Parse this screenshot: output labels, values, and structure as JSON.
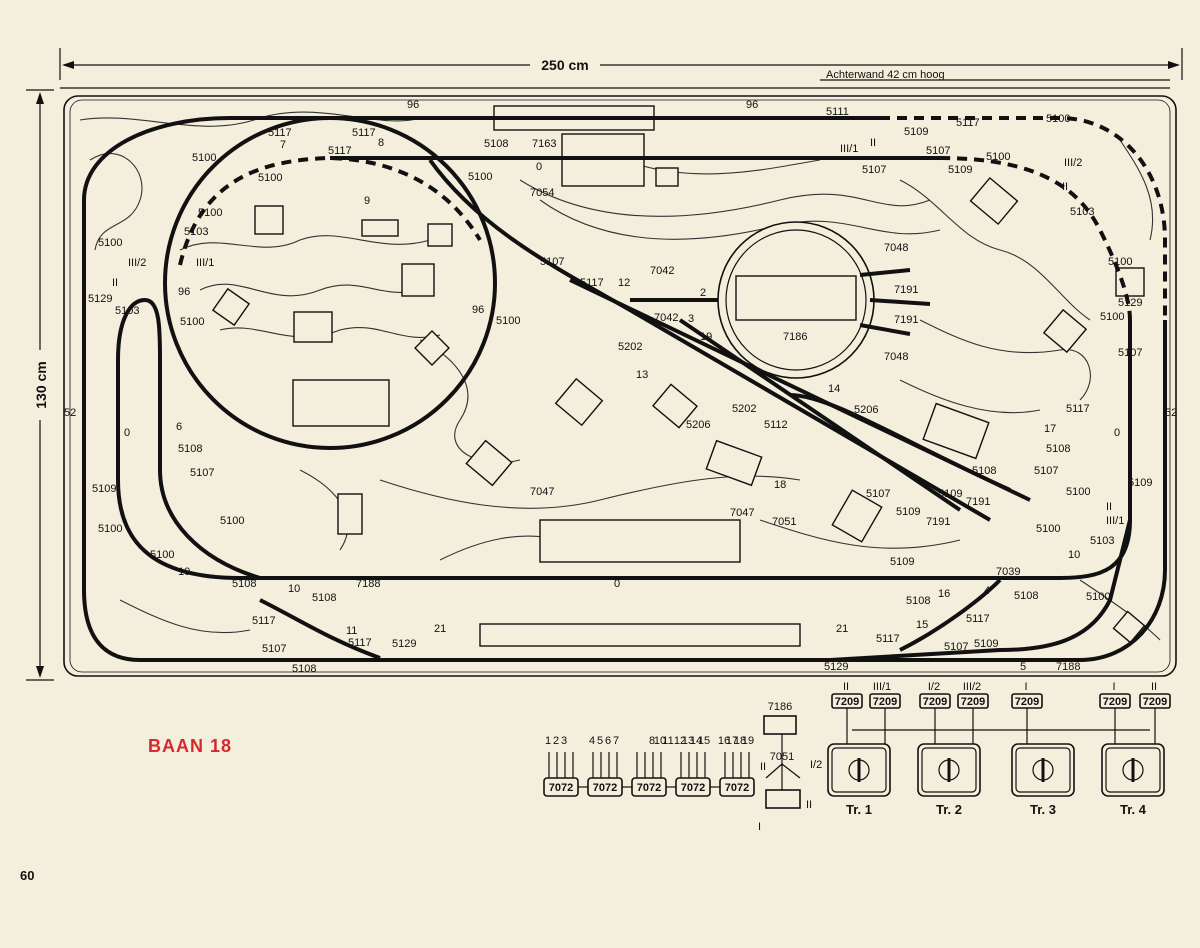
{
  "title": "BAAN 18",
  "page_number": "60",
  "dimensions": {
    "width": "250 cm",
    "height": "130 cm",
    "back_wall": "Achterwand 42 cm hoog"
  },
  "layout_labels": [
    {
      "id": "l1",
      "text": "5117"
    },
    {
      "id": "l2",
      "text": "5117"
    },
    {
      "id": "l3",
      "text": "5117"
    },
    {
      "id": "l4",
      "text": "5108"
    },
    {
      "id": "l5",
      "text": "7163"
    },
    {
      "id": "l6",
      "text": "5111"
    },
    {
      "id": "l7",
      "text": "96"
    },
    {
      "id": "l8",
      "text": "96"
    },
    {
      "id": "l9",
      "text": "5109"
    },
    {
      "id": "l10",
      "text": "5100"
    },
    {
      "id": "l11",
      "text": "5100"
    },
    {
      "id": "l12",
      "text": "5109"
    },
    {
      "id": "l13",
      "text": "5107"
    },
    {
      "id": "l14",
      "text": "5100"
    },
    {
      "id": "l15",
      "text": "5100"
    },
    {
      "id": "l16",
      "text": "5100"
    },
    {
      "id": "l17",
      "text": "5100"
    },
    {
      "id": "l18",
      "text": "5103"
    },
    {
      "id": "l19",
      "text": "5100"
    },
    {
      "id": "l20",
      "text": "5129"
    },
    {
      "id": "l21",
      "text": "5103"
    },
    {
      "id": "l22",
      "text": "96"
    },
    {
      "id": "l23",
      "text": "5100"
    },
    {
      "id": "l24",
      "text": "5107"
    },
    {
      "id": "l25",
      "text": "5117"
    },
    {
      "id": "l26",
      "text": "52"
    },
    {
      "id": "l27",
      "text": "0"
    },
    {
      "id": "l28",
      "text": "5108"
    },
    {
      "id": "l29",
      "text": "5107"
    },
    {
      "id": "l30",
      "text": "5109"
    },
    {
      "id": "l31",
      "text": "5100"
    },
    {
      "id": "l32",
      "text": "5100"
    },
    {
      "id": "l33",
      "text": "5100"
    },
    {
      "id": "l34",
      "text": "10"
    },
    {
      "id": "l35",
      "text": "5108"
    },
    {
      "id": "l36",
      "text": "5117"
    },
    {
      "id": "l37",
      "text": "5107"
    },
    {
      "id": "l38",
      "text": "5108"
    },
    {
      "id": "l39",
      "text": "5117"
    },
    {
      "id": "l40",
      "text": "5129"
    },
    {
      "id": "l41",
      "text": "21"
    },
    {
      "id": "l42",
      "text": "5108"
    },
    {
      "id": "l43",
      "text": "7188"
    },
    {
      "id": "l44",
      "text": "0"
    },
    {
      "id": "l45",
      "text": "7054"
    },
    {
      "id": "l46",
      "text": "0"
    },
    {
      "id": "l47",
      "text": "5107"
    },
    {
      "id": "l48",
      "text": "5117"
    },
    {
      "id": "l49",
      "text": "7042"
    },
    {
      "id": "l50",
      "text": "96"
    },
    {
      "id": "l51",
      "text": "5100"
    },
    {
      "id": "l52",
      "text": "7042"
    },
    {
      "id": "l53",
      "text": "5202"
    },
    {
      "id": "l54",
      "text": "7186"
    },
    {
      "id": "l55",
      "text": "7048"
    },
    {
      "id": "l56",
      "text": "7048"
    },
    {
      "id": "l57",
      "text": "7191"
    },
    {
      "id": "l58",
      "text": "7191"
    },
    {
      "id": "l59",
      "text": "5202"
    },
    {
      "id": "l60",
      "text": "5206"
    },
    {
      "id": "l61",
      "text": "5206"
    },
    {
      "id": "l62",
      "text": "5112"
    },
    {
      "id": "l63",
      "text": "5108"
    },
    {
      "id": "l64",
      "text": "5109"
    },
    {
      "id": "l65",
      "text": "7191"
    },
    {
      "id": "l66",
      "text": "5107"
    },
    {
      "id": "l67",
      "text": "5109"
    },
    {
      "id": "l68",
      "text": "7191"
    },
    {
      "id": "l69",
      "text": "7051"
    },
    {
      "id": "l70",
      "text": "7047"
    },
    {
      "id": "l71",
      "text": "7047"
    },
    {
      "id": "l72",
      "text": "5109"
    },
    {
      "id": "l73",
      "text": "7039"
    },
    {
      "id": "l74",
      "text": "5108"
    },
    {
      "id": "l75",
      "text": "5108"
    },
    {
      "id": "l76",
      "text": "5117"
    },
    {
      "id": "l77",
      "text": "5117"
    },
    {
      "id": "l78",
      "text": "5107"
    },
    {
      "id": "l79",
      "text": "5109"
    },
    {
      "id": "l80",
      "text": "5129"
    },
    {
      "id": "l81",
      "text": "21"
    },
    {
      "id": "l82",
      "text": "7188"
    },
    {
      "id": "l83",
      "text": "5103"
    },
    {
      "id": "l84",
      "text": "5100"
    },
    {
      "id": "l85",
      "text": "5100"
    },
    {
      "id": "l86",
      "text": "5100"
    },
    {
      "id": "l87",
      "text": "5107"
    },
    {
      "id": "l88",
      "text": "5108"
    },
    {
      "id": "l89",
      "text": "5117"
    },
    {
      "id": "l90",
      "text": "5107"
    },
    {
      "id": "l91",
      "text": "5129"
    },
    {
      "id": "l92",
      "text": "5109"
    },
    {
      "id": "l93",
      "text": "52"
    },
    {
      "id": "l94",
      "text": "0"
    },
    {
      "id": "l95",
      "text": "10"
    },
    {
      "id": "l96",
      "text": "5103"
    },
    {
      "id": "l97",
      "text": "5100"
    },
    {
      "id": "l98",
      "text": "5100"
    }
  ],
  "signal_labels": [
    {
      "id": "s1",
      "text": "7"
    },
    {
      "id": "s2",
      "text": "8"
    },
    {
      "id": "s3",
      "text": "9"
    },
    {
      "id": "s4",
      "text": "III/1"
    },
    {
      "id": "s5",
      "text": "II"
    },
    {
      "id": "s6",
      "text": "III/2"
    },
    {
      "id": "s7",
      "text": "II"
    },
    {
      "id": "s8",
      "text": "III/2"
    },
    {
      "id": "s9",
      "text": "III/1"
    },
    {
      "id": "s10",
      "text": "II"
    },
    {
      "id": "s11",
      "text": "6"
    },
    {
      "id": "s12",
      "text": "12"
    },
    {
      "id": "s13",
      "text": "2"
    },
    {
      "id": "s14",
      "text": "3"
    },
    {
      "id": "s15",
      "text": "19"
    },
    {
      "id": "s16",
      "text": "13"
    },
    {
      "id": "s17",
      "text": "14"
    },
    {
      "id": "s18",
      "text": "18"
    },
    {
      "id": "s19",
      "text": "17"
    },
    {
      "id": "s20",
      "text": "10"
    },
    {
      "id": "s21",
      "text": "11"
    },
    {
      "id": "s22",
      "text": "16"
    },
    {
      "id": "s23",
      "text": "15"
    },
    {
      "id": "s24",
      "text": "4"
    },
    {
      "id": "s25",
      "text": "5"
    },
    {
      "id": "s26",
      "text": "II"
    },
    {
      "id": "s27",
      "text": "III/1"
    }
  ],
  "wiring": {
    "switch_numbers": [
      "1",
      "2",
      "3",
      "4",
      "5",
      "6",
      "7",
      "8",
      "10",
      "11",
      "12",
      "13",
      "14",
      "15",
      "16",
      "17",
      "18",
      "19"
    ],
    "boxes": [
      "7072",
      "7072",
      "7072",
      "7072",
      "7072"
    ],
    "turntable_label": "7186",
    "turntable_box": "7051",
    "turntable_ports": [
      "II",
      "I/2",
      "II",
      "I"
    ]
  },
  "transformers": [
    {
      "name": "Tr. 1",
      "boxes": [
        "7209",
        "7209"
      ],
      "labels": [
        "II",
        "III/1"
      ]
    },
    {
      "name": "Tr. 2",
      "boxes": [
        "7209",
        "7209"
      ],
      "labels": [
        "I/2",
        "III/2"
      ]
    },
    {
      "name": "Tr. 3",
      "boxes": [
        "7209"
      ],
      "labels": [
        "I"
      ]
    },
    {
      "name": "Tr. 4",
      "boxes": [
        "7209",
        "7209"
      ],
      "labels": [
        "I",
        "II"
      ]
    }
  ],
  "colors": {
    "paper": "#f3efdc",
    "ink": "#111111",
    "title": "#d8282c"
  }
}
